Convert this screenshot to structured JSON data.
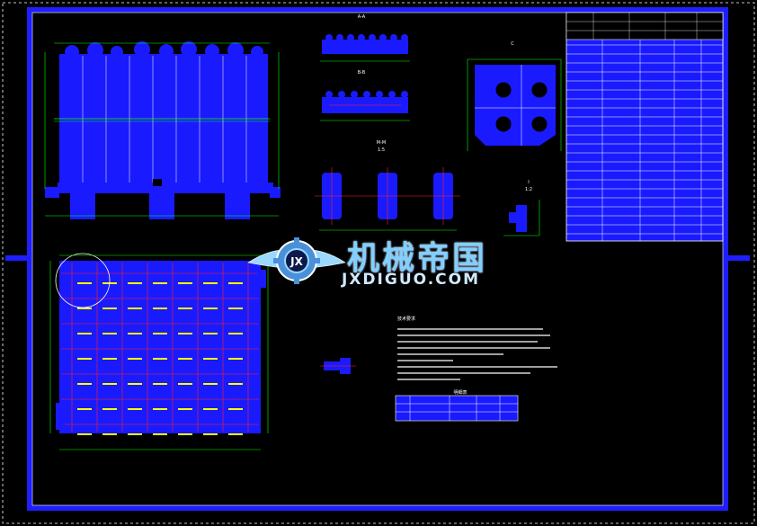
{
  "watermark": {
    "cn": "机械帝国",
    "en": "JXDIGUO.COM"
  },
  "colors": {
    "background": "#000000",
    "frame": "#1e1eff",
    "detail": "#1a1aff",
    "line": "#ffffff",
    "dimension": "#00ff00",
    "centerline": "#ff2020",
    "hatch": "#ffff00",
    "leader": "#00ffff"
  },
  "views": {
    "section_a": "A-A",
    "section_b": "B-B",
    "view_c": "C",
    "section_m": "M-M",
    "scale_m": "1:5",
    "detail_i": "I",
    "scale_i": "1:2"
  },
  "notes": {
    "heading": "技术要求"
  },
  "table": {
    "heading": "明细表"
  }
}
